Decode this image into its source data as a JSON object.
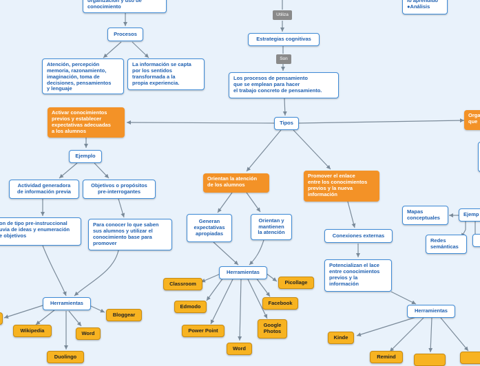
{
  "nodes": {
    "organizacion": "organización y uso de\nconocimiento",
    "lo_aprendido": "lo aprendido\n●Análisis",
    "utiliza": "Utiliza",
    "estrategias": "Estrategias cognitivas",
    "son": "Son",
    "procesos_pensamiento": "Los procesos de pensamiento\nque se emplean para hacer\nel trabajo concreto de pensamiento.",
    "procesos": "Procesos",
    "atencion": "Atención, percepción\nmemoria, razonamiento,\nimaginación, toma de\ndecisiones, pensamientos\ny lenguaje",
    "informacion_capta": "La información se capta\npor los sentidos\ntransformada a la\npropia experiencia.",
    "tipos": "Tipos",
    "activar": "Activar conocimientos\nprevios y establecer\nexpectativas adecuadas\na los alumnos",
    "org_right": "Orga\nque",
    "ejemplo": "Ejemplo",
    "actividad": "Actividad generadora\nde información previa",
    "objetivos": "Objetivos o propósitos\npre-interrogantes",
    "lluvia": "on de tipo pre-instruccional\nuvia de ideas y enumeración\ne objetivos",
    "conocer": "Para conocer lo que saben\nsus alumnos y utilizar el\nconocimiento base para\npromover",
    "orientan_atencion": "Orientan la atención\nde los alumnos",
    "promover": "Promover el enlace\nentre los conocimientos\nprevios y la nueva\ninformación",
    "generan": "Generan\nexpectativas\napropiadas",
    "orientan_mantienen": "Orientan y\nmantienen\nla atención",
    "conexiones": "Conexiones externas",
    "potencializan": "Potencializan el lace\nentre conocimientos\nprevios y la\ninformación",
    "mapas": "Mapas\nconceptuales",
    "ejemplo_right": "Ejemp",
    "redes": "Redes\nsemánticas",
    "herramientas_left": "Herramientas",
    "herramientas_center": "Herramientas",
    "herramientas_right": "Herramientas"
  },
  "tools": {
    "wikipedia": "Wikipedia",
    "word_left": "Word",
    "bloggear": "Bloggear",
    "duolingo": "Duolingo",
    "classroom": "Classroom",
    "edmodo": "Edmodo",
    "powerpoint": "Power Point",
    "word_center": "Word",
    "picollage": "Picollage",
    "facebook": "Facebook",
    "google_photos": "Google\nPhotos",
    "kinde": "Kinde",
    "remind": "Remind"
  }
}
